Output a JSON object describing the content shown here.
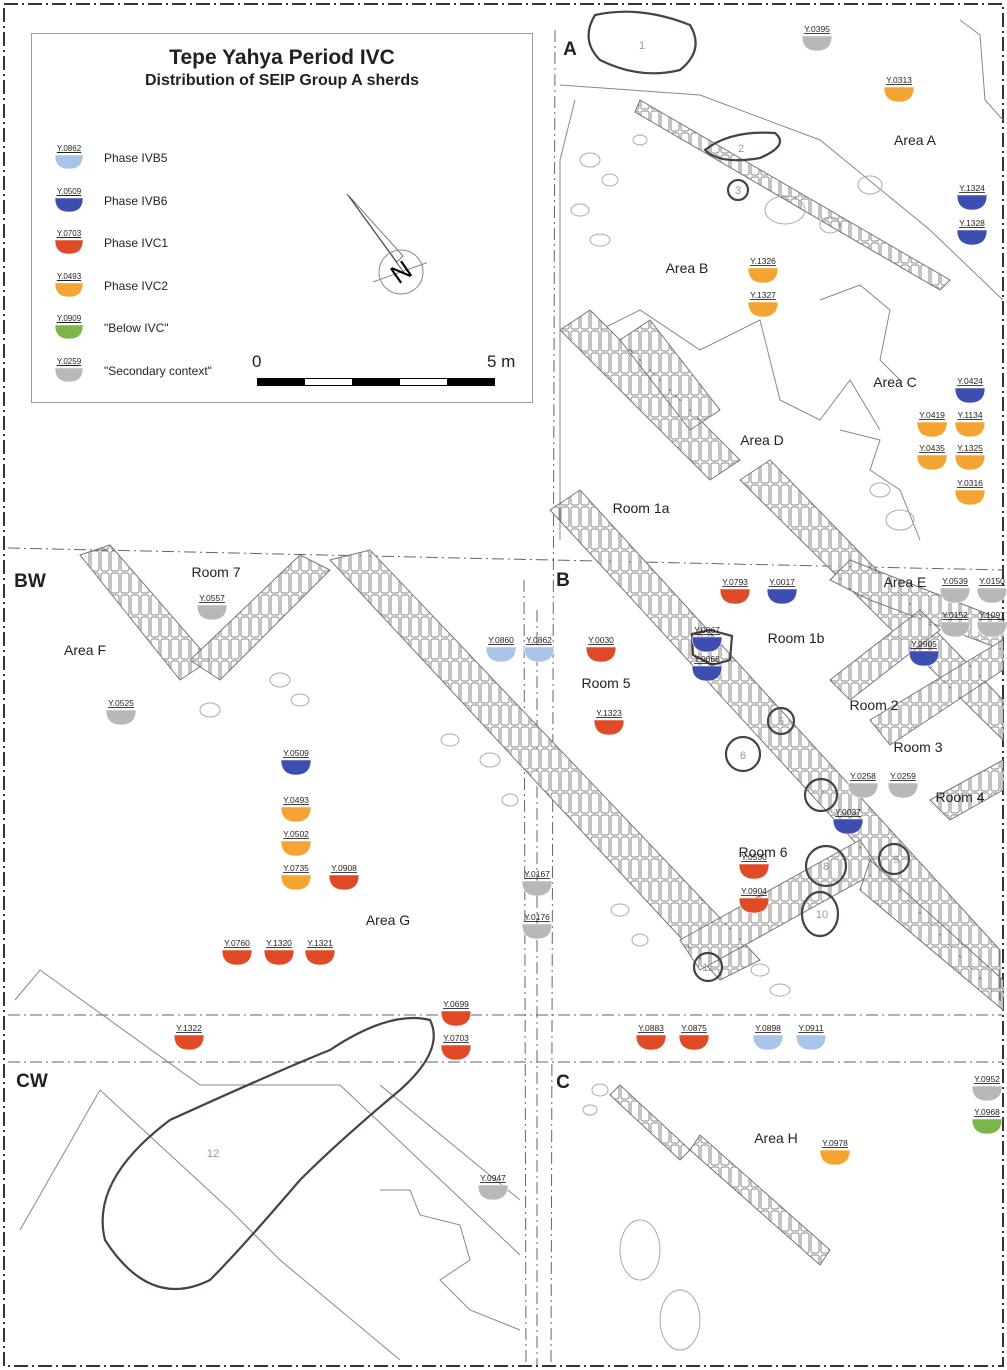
{
  "legend": {
    "title": "Tepe Yahya Period IVC",
    "subtitle": "Distribution of SEIP Group A sherds",
    "items": [
      {
        "id": "Y.0862",
        "label": "Phase IVB5",
        "color": "#a8c4e8"
      },
      {
        "id": "Y.0509",
        "label": "Phase IVB6",
        "color": "#3d4eb0"
      },
      {
        "id": "Y.0703",
        "label": "Phase IVC1",
        "color": "#e04a26"
      },
      {
        "id": "Y.0493",
        "label": "Phase IVC2",
        "color": "#f4a433"
      },
      {
        "id": "Y.0909",
        "label": "\"Below IVC\"",
        "color": "#7ab648"
      },
      {
        "id": "Y.0259",
        "label": "\"Secondary context\"",
        "color": "#b8b8b8"
      }
    ],
    "scale_start": "0",
    "scale_end": "5 m",
    "north": "N"
  },
  "grid_labels": [
    "A",
    "B",
    "C",
    "BW",
    "CW"
  ],
  "area_labels": [
    "Area A",
    "Area B",
    "Area C",
    "Area D",
    "Area E",
    "Area F",
    "Area G",
    "Area H",
    "Room 1a",
    "Room 1b",
    "Room 2",
    "Room 3",
    "Room 4",
    "Room 5",
    "Room 6",
    "Room 7"
  ],
  "pits": [
    "1",
    "2",
    "3",
    "5",
    "6",
    "7",
    "8",
    "9",
    "10",
    "11",
    "12"
  ],
  "phase_colors": {
    "IVB5": "#a8c4e8",
    "IVB6": "#3d4eb0",
    "IVC1": "#e04a26",
    "IVC2": "#f4a433",
    "below": "#7ab648",
    "secondary": "#b8b8b8"
  },
  "sherds": [
    {
      "id": "Y.0395",
      "phase": "secondary"
    },
    {
      "id": "Y.0313",
      "phase": "IVC2"
    },
    {
      "id": "Y.1324",
      "phase": "IVB6"
    },
    {
      "id": "Y.1328",
      "phase": "IVB6"
    },
    {
      "id": "Y.1326",
      "phase": "IVC2"
    },
    {
      "id": "Y.1327",
      "phase": "IVC2"
    },
    {
      "id": "Y.0424",
      "phase": "IVB6"
    },
    {
      "id": "Y.0419",
      "phase": "IVC2"
    },
    {
      "id": "Y.1134",
      "phase": "IVC2"
    },
    {
      "id": "Y.0435",
      "phase": "IVC2"
    },
    {
      "id": "Y.1325",
      "phase": "IVC2"
    },
    {
      "id": "Y.0316",
      "phase": "IVC2"
    },
    {
      "id": "Y.0793",
      "phase": "IVC1"
    },
    {
      "id": "Y.0017",
      "phase": "IVB6"
    },
    {
      "id": "Y.0539",
      "phase": "secondary"
    },
    {
      "id": "Y.0150",
      "phase": "secondary"
    },
    {
      "id": "Y.0152",
      "phase": "secondary"
    },
    {
      "id": "Y.1097",
      "phase": "secondary"
    },
    {
      "id": "Y.0905",
      "phase": "IVB6"
    },
    {
      "id": "Y.0557",
      "phase": "secondary"
    },
    {
      "id": "Y.0860",
      "phase": "IVB5"
    },
    {
      "id": "Y.0862",
      "phase": "IVB5"
    },
    {
      "id": "Y.0030",
      "phase": "IVC1"
    },
    {
      "id": "Y.0067",
      "phase": "IVB6"
    },
    {
      "id": "Y.0068",
      "phase": "IVB6"
    },
    {
      "id": "Y.0525",
      "phase": "secondary"
    },
    {
      "id": "Y.1323",
      "phase": "IVC1"
    },
    {
      "id": "Y.0509",
      "phase": "IVB6"
    },
    {
      "id": "Y.0258",
      "phase": "secondary"
    },
    {
      "id": "Y.0259",
      "phase": "secondary"
    },
    {
      "id": "Y.0493",
      "phase": "IVC2"
    },
    {
      "id": "Y.0037",
      "phase": "IVB6"
    },
    {
      "id": "Y.0502",
      "phase": "IVC2"
    },
    {
      "id": "Y.0530",
      "phase": "IVC1"
    },
    {
      "id": "Y.0735",
      "phase": "IVC2"
    },
    {
      "id": "Y.0908",
      "phase": "IVC1"
    },
    {
      "id": "Y.0167",
      "phase": "secondary"
    },
    {
      "id": "Y.0904",
      "phase": "IVC1"
    },
    {
      "id": "Y.0176",
      "phase": "secondary"
    },
    {
      "id": "Y.0760",
      "phase": "IVC1"
    },
    {
      "id": "Y.1320",
      "phase": "IVC1"
    },
    {
      "id": "Y.1321",
      "phase": "IVC1"
    },
    {
      "id": "Y.0699",
      "phase": "IVC1"
    },
    {
      "id": "Y.1322",
      "phase": "IVC1"
    },
    {
      "id": "Y.0703",
      "phase": "IVC1"
    },
    {
      "id": "Y.0883",
      "phase": "IVC1"
    },
    {
      "id": "Y.0875",
      "phase": "IVC1"
    },
    {
      "id": "Y.0898",
      "phase": "IVB5"
    },
    {
      "id": "Y.0911",
      "phase": "IVB5"
    },
    {
      "id": "Y.0952",
      "phase": "secondary"
    },
    {
      "id": "Y.0968",
      "phase": "below"
    },
    {
      "id": "Y.0978",
      "phase": "IVC2"
    },
    {
      "id": "Y.0947",
      "phase": "secondary"
    }
  ]
}
